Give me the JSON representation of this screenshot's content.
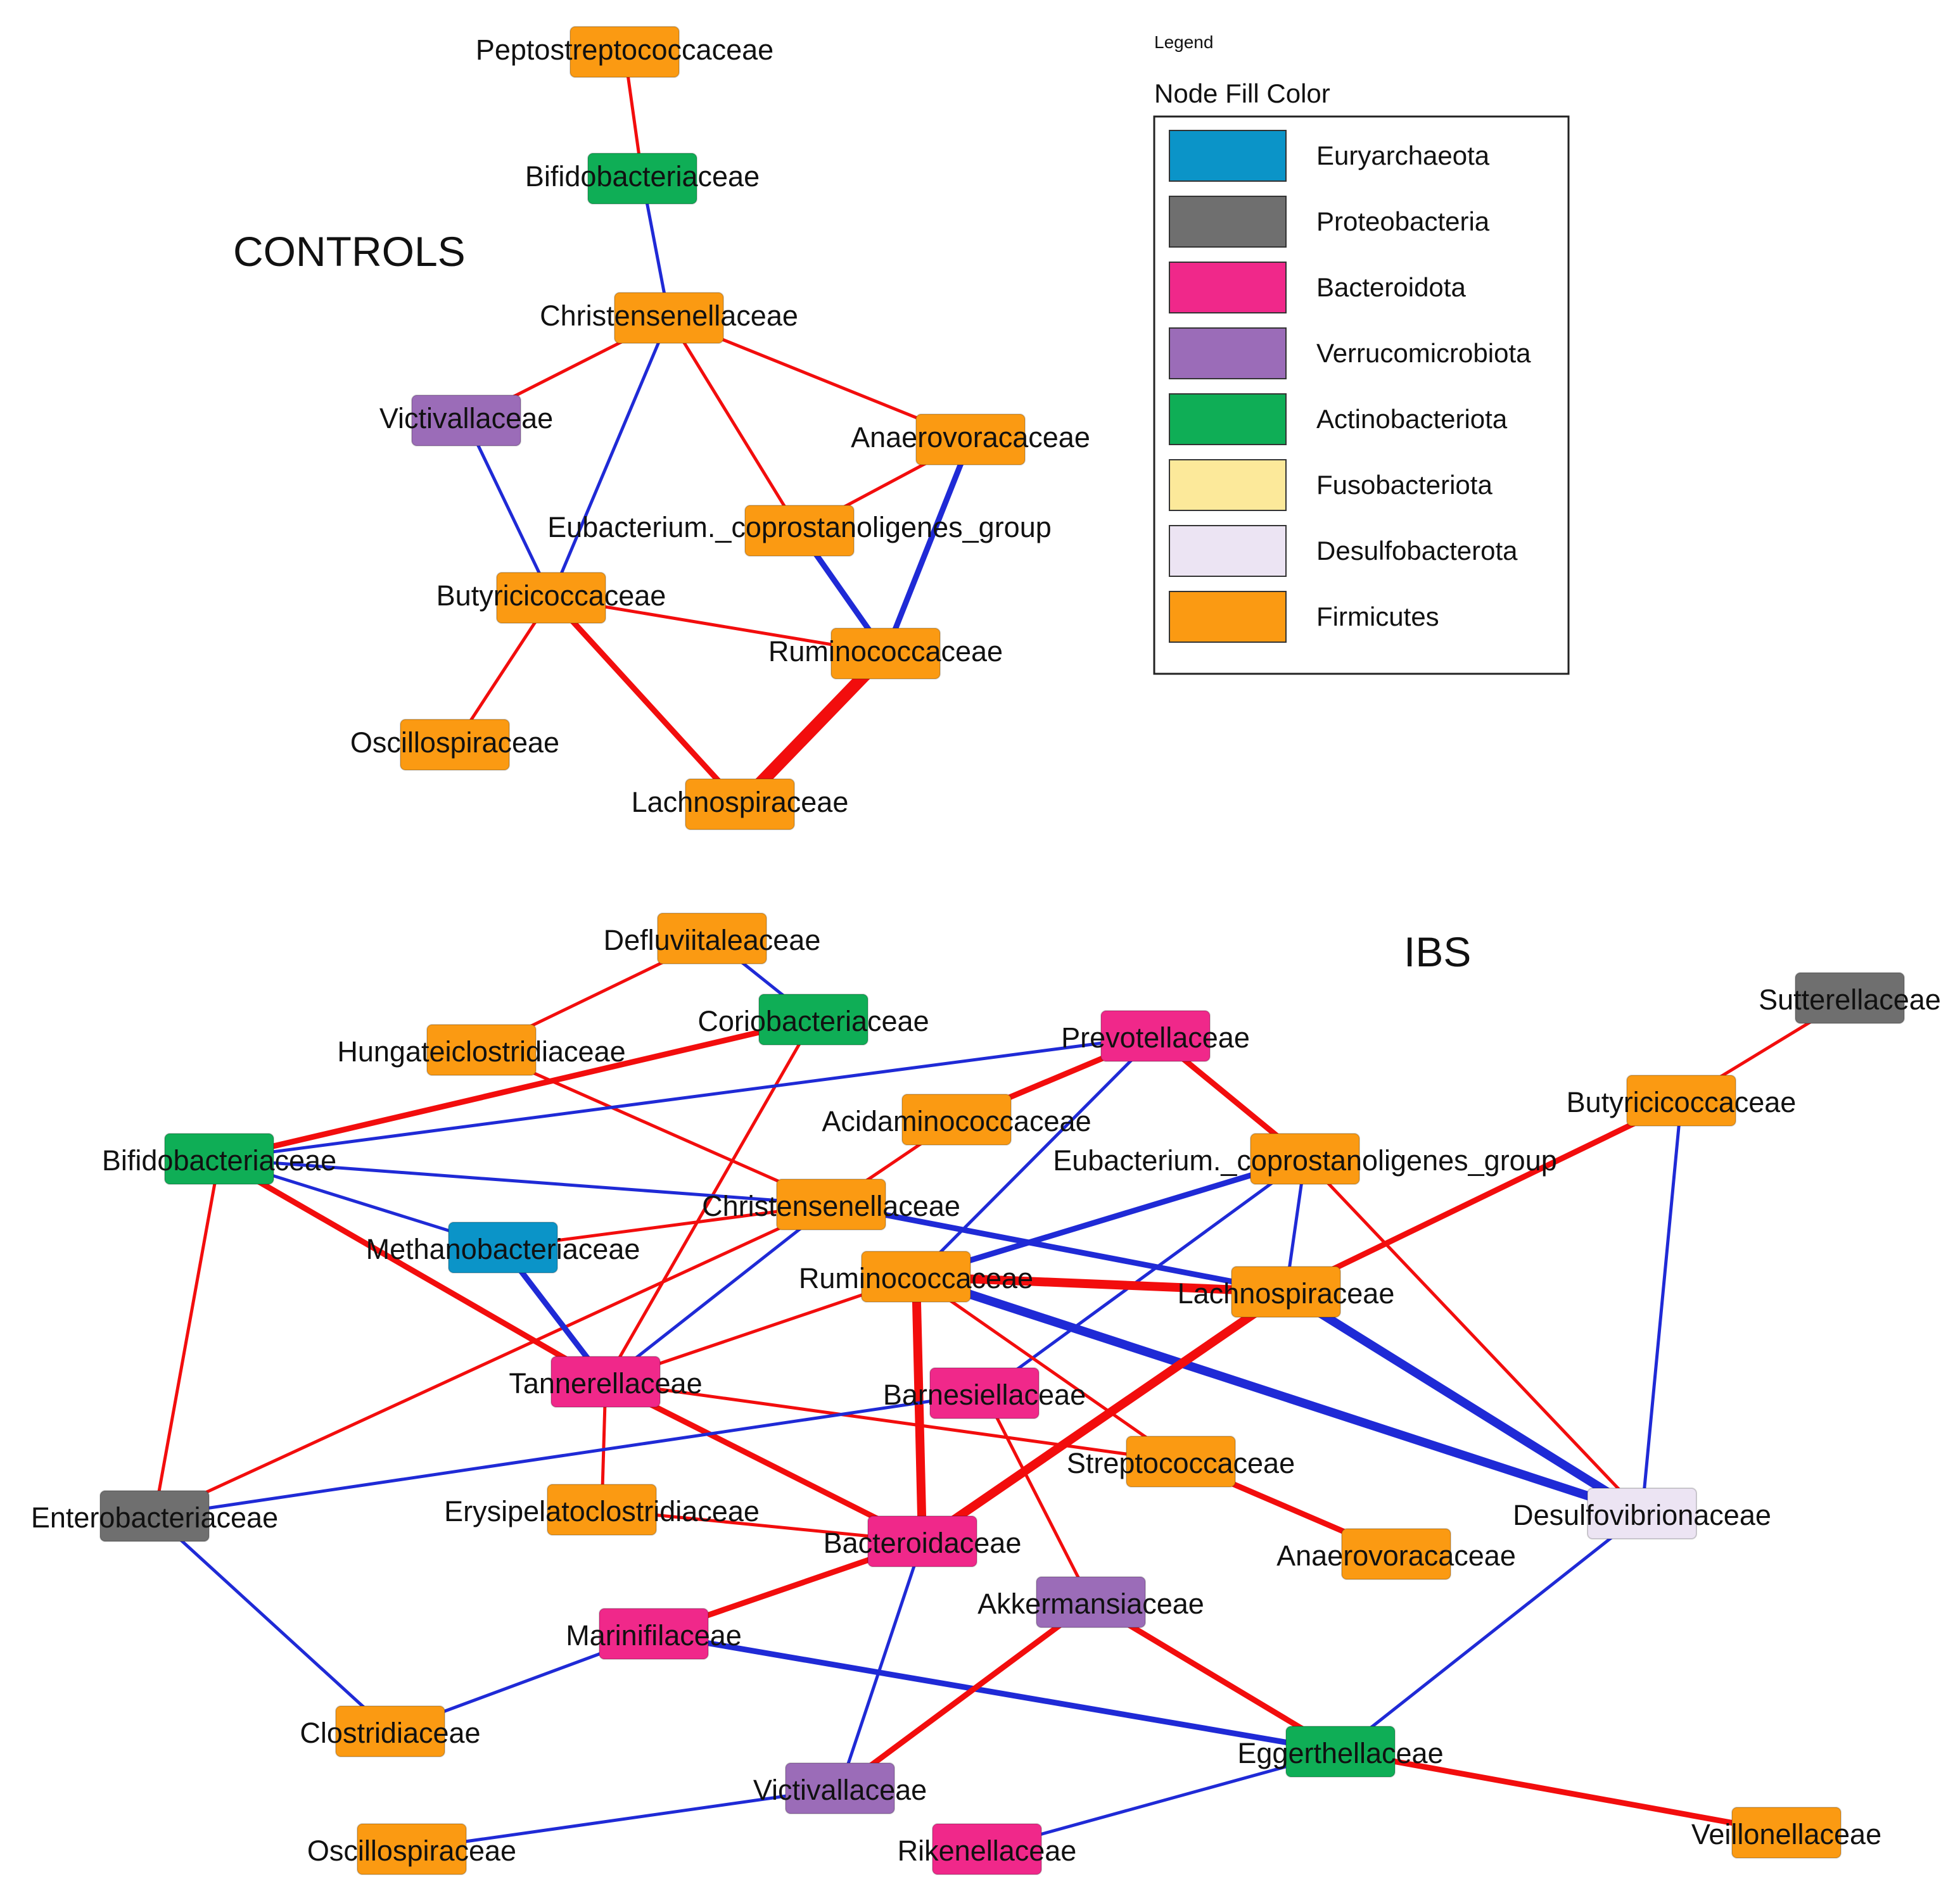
{
  "colors": {
    "positive_edge": "#f20d0d",
    "negative_edge": "#1f2ad6"
  },
  "legend": {
    "caption": "Legend",
    "heading": "Node Fill Color",
    "items": [
      {
        "label": "Euryarchaeota",
        "color": "#0b94c8"
      },
      {
        "label": "Proteobacteria",
        "color": "#6f6f6f"
      },
      {
        "label": "Bacteroidota",
        "color": "#f0288a"
      },
      {
        "label": "Verrucomicrobiota",
        "color": "#9b6cb8"
      },
      {
        "label": "Actinobacteriota",
        "color": "#0fae56"
      },
      {
        "label": "Fusobacteriota",
        "color": "#fce99a"
      },
      {
        "label": "Desulfobacterota",
        "color": "#ece4f3"
      },
      {
        "label": "Firmicutes",
        "color": "#fb9a12"
      }
    ]
  },
  "networks": {
    "controls": {
      "title": "CONTROLS",
      "nodes": [
        {
          "id": "c_pepto",
          "label": "Peptostreptococcaceae",
          "phylum": "Firmicutes"
        },
        {
          "id": "c_bifido",
          "label": "Bifidobacteriaceae",
          "phylum": "Actinobacteriota"
        },
        {
          "id": "c_christ",
          "label": "Christensenellaceae",
          "phylum": "Firmicutes"
        },
        {
          "id": "c_victi",
          "label": "Victivallaceae",
          "phylum": "Verrucomicrobiota"
        },
        {
          "id": "c_anaero",
          "label": "Anaerovoracaceae",
          "phylum": "Firmicutes"
        },
        {
          "id": "c_eubac",
          "label": "Eubacterium._coprostanoligenes_group",
          "phylum": "Firmicutes"
        },
        {
          "id": "c_butyri",
          "label": "Butyricicoccaceae",
          "phylum": "Firmicutes"
        },
        {
          "id": "c_rumino",
          "label": "Ruminococcaceae",
          "phylum": "Firmicutes"
        },
        {
          "id": "c_oscil",
          "label": "Oscillospiraceae",
          "phylum": "Firmicutes"
        },
        {
          "id": "c_lachno",
          "label": "Lachnospiraceae",
          "phylum": "Firmicutes"
        }
      ],
      "edges": [
        {
          "source": "c_pepto",
          "target": "c_bifido",
          "sign": "positive",
          "weight": 1
        },
        {
          "source": "c_bifido",
          "target": "c_christ",
          "sign": "negative",
          "weight": 1
        },
        {
          "source": "c_christ",
          "target": "c_victi",
          "sign": "positive",
          "weight": 1
        },
        {
          "source": "c_christ",
          "target": "c_butyri",
          "sign": "negative",
          "weight": 1
        },
        {
          "source": "c_christ",
          "target": "c_eubac",
          "sign": "positive",
          "weight": 1
        },
        {
          "source": "c_christ",
          "target": "c_anaero",
          "sign": "positive",
          "weight": 1
        },
        {
          "source": "c_victi",
          "target": "c_butyri",
          "sign": "negative",
          "weight": 1
        },
        {
          "source": "c_anaero",
          "target": "c_eubac",
          "sign": "positive",
          "weight": 1
        },
        {
          "source": "c_anaero",
          "target": "c_rumino",
          "sign": "negative",
          "weight": 2
        },
        {
          "source": "c_eubac",
          "target": "c_rumino",
          "sign": "negative",
          "weight": 2
        },
        {
          "source": "c_butyri",
          "target": "c_rumino",
          "sign": "positive",
          "weight": 1
        },
        {
          "source": "c_butyri",
          "target": "c_oscil",
          "sign": "positive",
          "weight": 1
        },
        {
          "source": "c_butyri",
          "target": "c_lachno",
          "sign": "positive",
          "weight": 2
        },
        {
          "source": "c_rumino",
          "target": "c_lachno",
          "sign": "positive",
          "weight": 4
        }
      ]
    },
    "ibs": {
      "title": "IBS",
      "nodes": [
        {
          "id": "i_defluv",
          "label": "Defluviitaleaceae",
          "phylum": "Firmicutes"
        },
        {
          "id": "i_corio",
          "label": "Coriobacteriaceae",
          "phylum": "Actinobacteriota"
        },
        {
          "id": "i_hunga",
          "label": "Hungateiclostridiaceae",
          "phylum": "Firmicutes"
        },
        {
          "id": "i_prevo",
          "label": "Prevotellaceae",
          "phylum": "Bacteroidota"
        },
        {
          "id": "i_sutter",
          "label": "Sutterellaceae",
          "phylum": "Proteobacteria"
        },
        {
          "id": "i_butyri",
          "label": "Butyricicoccaceae",
          "phylum": "Firmicutes"
        },
        {
          "id": "i_acida",
          "label": "Acidaminococcaceae",
          "phylum": "Firmicutes"
        },
        {
          "id": "i_eubac",
          "label": "Eubacterium._coprostanoligenes_group",
          "phylum": "Firmicutes"
        },
        {
          "id": "i_bifido",
          "label": "Bifidobacteriaceae",
          "phylum": "Actinobacteriota"
        },
        {
          "id": "i_christ",
          "label": "Christensenellaceae",
          "phylum": "Firmicutes"
        },
        {
          "id": "i_methano",
          "label": "Methanobacteriaceae",
          "phylum": "Euryarchaeota"
        },
        {
          "id": "i_rumino",
          "label": "Ruminococcaceae",
          "phylum": "Firmicutes"
        },
        {
          "id": "i_lachno",
          "label": "Lachnospiraceae",
          "phylum": "Firmicutes"
        },
        {
          "id": "i_tanner",
          "label": "Tannerellaceae",
          "phylum": "Bacteroidota"
        },
        {
          "id": "i_barnes",
          "label": "Barnesiellaceae",
          "phylum": "Bacteroidota"
        },
        {
          "id": "i_strep",
          "label": "Streptococcaceae",
          "phylum": "Firmicutes"
        },
        {
          "id": "i_entero",
          "label": "Enterobacteriaceae",
          "phylum": "Proteobacteria"
        },
        {
          "id": "i_erysip",
          "label": "Erysipelatoclostridiaceae",
          "phylum": "Firmicutes"
        },
        {
          "id": "i_bactero",
          "label": "Bacteroidaceae",
          "phylum": "Bacteroidota"
        },
        {
          "id": "i_desulfo",
          "label": "Desulfovibrionaceae",
          "phylum": "Desulfobacterota"
        },
        {
          "id": "i_anaero",
          "label": "Anaerovoracaceae",
          "phylum": "Firmicutes"
        },
        {
          "id": "i_akker",
          "label": "Akkermansiaceae",
          "phylum": "Verrucomicrobiota"
        },
        {
          "id": "i_marini",
          "label": "Marinifilaceae",
          "phylum": "Bacteroidota"
        },
        {
          "id": "i_clostr",
          "label": "Clostridiaceae",
          "phylum": "Firmicutes"
        },
        {
          "id": "i_egger",
          "label": "Eggerthellaceae",
          "phylum": "Actinobacteriota"
        },
        {
          "id": "i_victi",
          "label": "Victivallaceae",
          "phylum": "Verrucomicrobiota"
        },
        {
          "id": "i_veillo",
          "label": "Veillonellaceae",
          "phylum": "Firmicutes"
        },
        {
          "id": "i_oscil",
          "label": "Oscillospiraceae",
          "phylum": "Firmicutes"
        },
        {
          "id": "i_riken",
          "label": "Rikenellaceae",
          "phylum": "Bacteroidota"
        }
      ],
      "edges": [
        {
          "source": "i_defluv",
          "target": "i_hunga",
          "sign": "positive",
          "weight": 1
        },
        {
          "source": "i_defluv",
          "target": "i_corio",
          "sign": "negative",
          "weight": 1
        },
        {
          "source": "i_hunga",
          "target": "i_christ",
          "sign": "positive",
          "weight": 1
        },
        {
          "source": "i_corio",
          "target": "i_bifido",
          "sign": "positive",
          "weight": 2
        },
        {
          "source": "i_corio",
          "target": "i_tanner",
          "sign": "positive",
          "weight": 1
        },
        {
          "source": "i_prevo",
          "target": "i_bifido",
          "sign": "negative",
          "weight": 1
        },
        {
          "source": "i_prevo",
          "target": "i_acida",
          "sign": "positive",
          "weight": 2
        },
        {
          "source": "i_prevo",
          "target": "i_eubac",
          "sign": "positive",
          "weight": 2
        },
        {
          "source": "i_prevo",
          "target": "i_rumino",
          "sign": "negative",
          "weight": 1
        },
        {
          "source": "i_sutter",
          "target": "i_butyri",
          "sign": "positive",
          "weight": 1
        },
        {
          "source": "i_butyri",
          "target": "i_lachno",
          "sign": "positive",
          "weight": 2
        },
        {
          "source": "i_butyri",
          "target": "i_desulfo",
          "sign": "negative",
          "weight": 1
        },
        {
          "source": "i_acida",
          "target": "i_christ",
          "sign": "positive",
          "weight": 1
        },
        {
          "source": "i_bifido",
          "target": "i_christ",
          "sign": "negative",
          "weight": 1
        },
        {
          "source": "i_bifido",
          "target": "i_methano",
          "sign": "negative",
          "weight": 1
        },
        {
          "source": "i_bifido",
          "target": "i_tanner",
          "sign": "positive",
          "weight": 2
        },
        {
          "source": "i_bifido",
          "target": "i_entero",
          "sign": "positive",
          "weight": 1
        },
        {
          "source": "i_christ",
          "target": "i_methano",
          "sign": "positive",
          "weight": 1
        },
        {
          "source": "i_christ",
          "target": "i_lachno",
          "sign": "negative",
          "weight": 2
        },
        {
          "source": "i_christ",
          "target": "i_entero",
          "sign": "positive",
          "weight": 1
        },
        {
          "source": "i_methano",
          "target": "i_tanner",
          "sign": "negative",
          "weight": 2
        },
        {
          "source": "i_eubac",
          "target": "i_rumino",
          "sign": "negative",
          "weight": 2
        },
        {
          "source": "i_eubac",
          "target": "i_lachno",
          "sign": "negative",
          "weight": 1
        },
        {
          "source": "i_eubac",
          "target": "i_barnes",
          "sign": "negative",
          "weight": 1
        },
        {
          "source": "i_eubac",
          "target": "i_desulfo",
          "sign": "positive",
          "weight": 1
        },
        {
          "source": "i_rumino",
          "target": "i_lachno",
          "sign": "positive",
          "weight": 3
        },
        {
          "source": "i_rumino",
          "target": "i_tanner",
          "sign": "positive",
          "weight": 1
        },
        {
          "source": "i_rumino",
          "target": "i_bactero",
          "sign": "positive",
          "weight": 3
        },
        {
          "source": "i_rumino",
          "target": "i_strep",
          "sign": "positive",
          "weight": 1
        },
        {
          "source": "i_rumino",
          "target": "i_desulfo",
          "sign": "negative",
          "weight": 3
        },
        {
          "source": "i_lachno",
          "target": "i_bactero",
          "sign": "positive",
          "weight": 3
        },
        {
          "source": "i_lachno",
          "target": "i_desulfo",
          "sign": "negative",
          "weight": 3
        },
        {
          "source": "i_tanner",
          "target": "i_christ",
          "sign": "negative",
          "weight": 1
        },
        {
          "source": "i_tanner",
          "target": "i_strep",
          "sign": "positive",
          "weight": 1
        },
        {
          "source": "i_tanner",
          "target": "i_erysip",
          "sign": "positive",
          "weight": 1
        },
        {
          "source": "i_tanner",
          "target": "i_bactero",
          "sign": "positive",
          "weight": 2
        },
        {
          "source": "i_barnes",
          "target": "i_entero",
          "sign": "negative",
          "weight": 1
        },
        {
          "source": "i_barnes",
          "target": "i_akker",
          "sign": "positive",
          "weight": 1
        },
        {
          "source": "i_strep",
          "target": "i_anaero",
          "sign": "positive",
          "weight": 2
        },
        {
          "source": "i_erysip",
          "target": "i_bactero",
          "sign": "positive",
          "weight": 1
        },
        {
          "source": "i_entero",
          "target": "i_clostr",
          "sign": "negative",
          "weight": 1
        },
        {
          "source": "i_bactero",
          "target": "i_marini",
          "sign": "positive",
          "weight": 2
        },
        {
          "source": "i_bactero",
          "target": "i_victi",
          "sign": "negative",
          "weight": 1
        },
        {
          "source": "i_marini",
          "target": "i_clostr",
          "sign": "negative",
          "weight": 1
        },
        {
          "source": "i_marini",
          "target": "i_egger",
          "sign": "negative",
          "weight": 2
        },
        {
          "source": "i_akker",
          "target": "i_victi",
          "sign": "positive",
          "weight": 2
        },
        {
          "source": "i_akker",
          "target": "i_egger",
          "sign": "positive",
          "weight": 2
        },
        {
          "source": "i_desulfo",
          "target": "i_egger",
          "sign": "negative",
          "weight": 1
        },
        {
          "source": "i_egger",
          "target": "i_veillo",
          "sign": "positive",
          "weight": 2
        },
        {
          "source": "i_egger",
          "target": "i_riken",
          "sign": "negative",
          "weight": 1
        },
        {
          "source": "i_victi",
          "target": "i_oscil",
          "sign": "negative",
          "weight": 1
        }
      ]
    }
  }
}
